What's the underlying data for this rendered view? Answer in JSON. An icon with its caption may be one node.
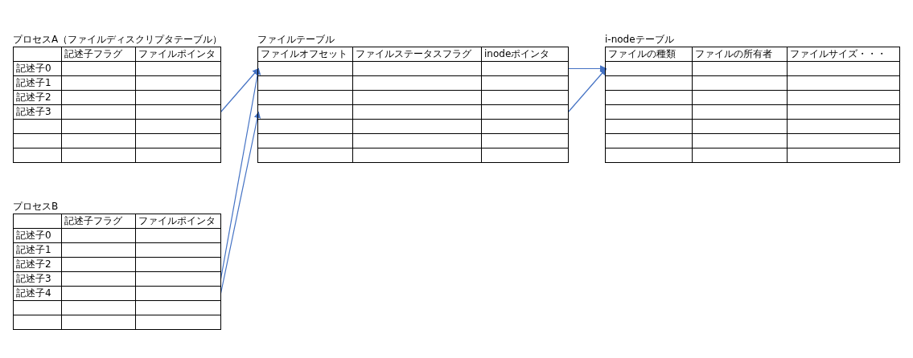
{
  "diagram": {
    "nodes": [
      {
        "text": [
          "プロセスA（ファイルディスクリプタテーブル）",
          "記述子フラグ",
          "ファイルポインタ",
          "記述子0",
          "記述子1",
          "記述子2",
          "記述子3"
        ]
      },
      {
        "text": [],
        "shape": "box",
        "in": 0
      },
      {
        "text": [
          "ファイルテーブル",
          "ファイルオフセット",
          "ファイルステータスフラグ",
          "inodeポインタ"
        ]
      },
      {
        "text": [],
        "shape": "box",
        "in": 2
      },
      {
        "text": [],
        "shape": "box",
        "in": 2
      },
      {
        "text": [],
        "shape": "box",
        "in": 2
      },
      {
        "text": [],
        "shape": "box",
        "in": 2
      },
      {
        "text": [
          "i-nodeテーブル",
          "ファイルの種類",
          "ファイルの所有者",
          "ファイルサイズ・・・"
        ]
      },
      {
        "text": [],
        "shape": "box",
        "in": 7
      },
      {
        "text": [
          "プロセスB",
          "記述子フラグ",
          "ファイルポインタ",
          "記述子0",
          "記述子1",
          "記述子2",
          "記述子3",
          "記述子4"
        ]
      },
      {
        "text": [],
        "shape": "box",
        "in": 9
      },
      {
        "text": [],
        "shape": "box",
        "in": 9
      }
    ],
    "edges": [
      {
        "from": 1,
        "to": 3,
        "arrow": "to"
      },
      {
        "from": 10,
        "to": 3,
        "arrow": "to"
      },
      {
        "from": 11,
        "to": 4,
        "arrow": "to"
      },
      {
        "from": 5,
        "to": 8,
        "arrow": "to"
      },
      {
        "from": 6,
        "to": 8,
        "arrow": "to"
      }
    ]
  }
}
